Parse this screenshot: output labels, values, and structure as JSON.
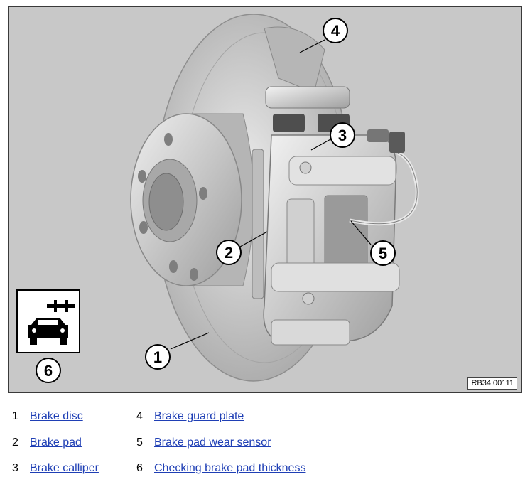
{
  "figure": {
    "reference_code": "RB34 00111",
    "callouts": [
      "1",
      "2",
      "3",
      "4",
      "5",
      "6"
    ]
  },
  "legend": [
    {
      "number": "1",
      "label": "Brake disc"
    },
    {
      "number": "2",
      "label": "Brake pad"
    },
    {
      "number": "3",
      "label": "Brake calliper"
    },
    {
      "number": "4",
      "label": "Brake guard plate"
    },
    {
      "number": "5",
      "label": "Brake pad wear sensor"
    },
    {
      "number": "6",
      "label": "Checking brake pad thickness"
    }
  ],
  "colors": {
    "link": "#1f3fb5",
    "background": "#c8c8c8"
  },
  "icons": [
    "wrench-icon",
    "car-icon"
  ]
}
